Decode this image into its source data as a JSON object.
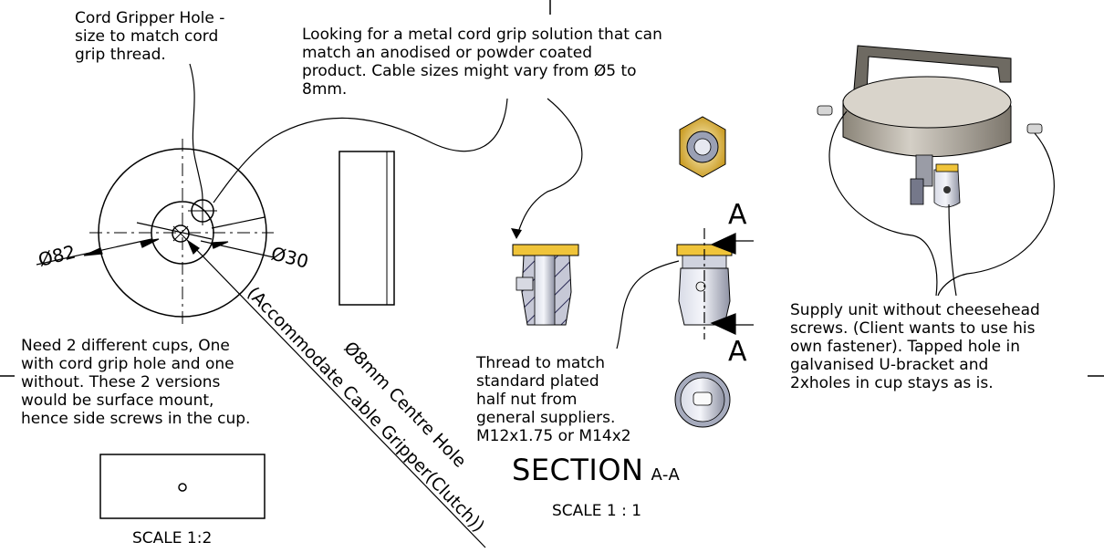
{
  "notes": {
    "cord_gripper_hole": "Cord Gripper Hole -\nsize to match cord\ngrip thread.",
    "metal_cord_grip": "Looking for a metal cord grip solution that can\nmatch an anodised or powder coated\nproduct. Cable sizes might vary from Ø5 to\n8mm.",
    "two_cups": "Need 2 different cups, One\nwith cord grip hole and one\nwithout. These 2 versions\nwould be  surface mount,\nhence side screws in the cup.",
    "thread_match": "Thread to match\nstandard plated\nhalf nut from\ngeneral suppliers.\nM12x1.75 or M14x2",
    "supply_unit": "Supply unit without cheesehead\nscrews. (Client wants to use his\nown fastener). Tapped hole in\ngalvanised U-bracket and\n2xholes in cup stays as is."
  },
  "dimensions": {
    "outer_diameter": "Ø82",
    "inner_diameter": "Ø30",
    "centre_hole_line1": "Ø8mm Centre Hole",
    "centre_hole_line2": "(Accommodate Cable Gripper(Clutch))"
  },
  "section": {
    "title": "SECTION",
    "suffix": "A-A",
    "scale": "SCALE 1 : 1",
    "marker_top": "A",
    "marker_bottom": "A"
  },
  "scale_half": "SCALE 1:2",
  "colors": {
    "brass": "#f0c43a",
    "metal": "#b8bcc8",
    "metal_dark": "#6d717e",
    "hatch": "#2a2a55"
  }
}
